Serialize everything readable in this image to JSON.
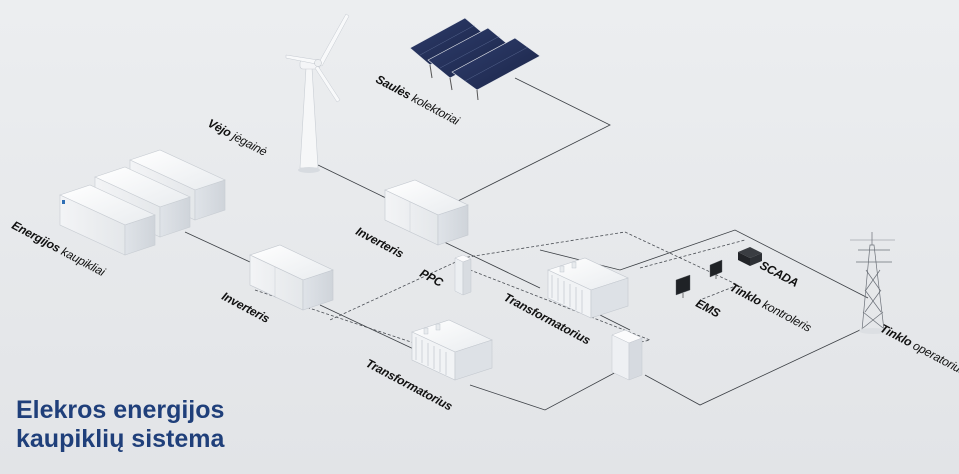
{
  "title": {
    "line1": "Elekros energijos",
    "line2": "kaupiklių sistema"
  },
  "labels": {
    "solar": {
      "bold": "Saulės",
      "rest": " kolektoriai"
    },
    "wind": {
      "bold": "Vėjo",
      "rest": " jėgainė"
    },
    "storage": {
      "bold": "Energijos",
      "rest": " kaupikliai"
    },
    "inverter_top": {
      "bold": "Inverteris",
      "rest": ""
    },
    "inverter_left": {
      "bold": "Inverteris",
      "rest": ""
    },
    "ppc": {
      "bold": "PPC",
      "rest": ""
    },
    "transformer_top": {
      "bold": "Transformatorius",
      "rest": ""
    },
    "transformer_bottom": {
      "bold": "Transformatorius",
      "rest": ""
    },
    "scada": {
      "bold": "SCADA",
      "rest": ""
    },
    "grid_controller": {
      "bold": "Tinklo",
      "rest": " kontroleris"
    },
    "ems": {
      "bold": "EMS",
      "rest": ""
    },
    "grid_operator": {
      "bold": "Tinklo",
      "rest": " operatorius"
    }
  },
  "colors": {
    "background": "#e8eaec",
    "title": "#1f3f7a",
    "panel": "#22305a",
    "equipment": "#f4f5f6"
  }
}
